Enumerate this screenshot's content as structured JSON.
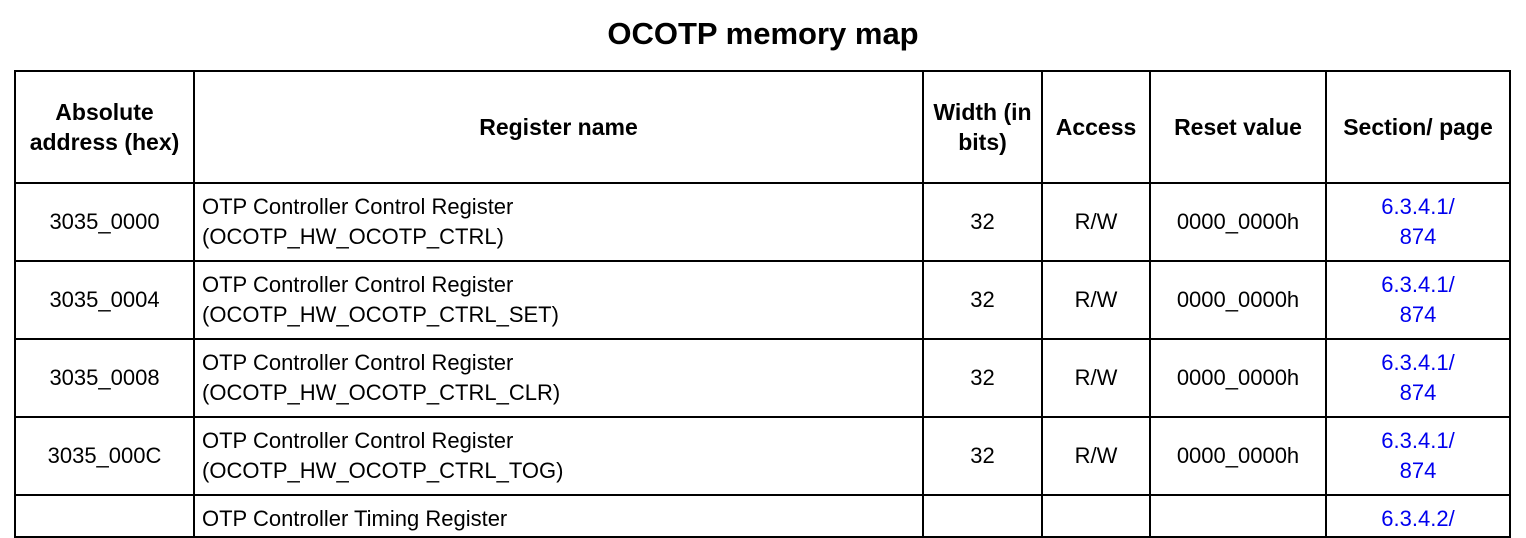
{
  "title": "OCOTP memory map",
  "headers": {
    "address": "Absolute address (hex)",
    "name": "Register name",
    "width": "Width (in bits)",
    "access": "Access",
    "reset": "Reset value",
    "section": "Section/ page"
  },
  "rows": [
    {
      "address": "3035_0000",
      "name_line1": "OTP Controller Control Register",
      "name_line2": "(OCOTP_HW_OCOTP_CTRL)",
      "width": "32",
      "access": "R/W",
      "reset": "0000_0000h",
      "section_line1": "6.3.4.1/",
      "section_line2": "874"
    },
    {
      "address": "3035_0004",
      "name_line1": "OTP Controller Control Register",
      "name_line2": "(OCOTP_HW_OCOTP_CTRL_SET)",
      "width": "32",
      "access": "R/W",
      "reset": "0000_0000h",
      "section_line1": "6.3.4.1/",
      "section_line2": "874"
    },
    {
      "address": "3035_0008",
      "name_line1": "OTP Controller Control Register",
      "name_line2": "(OCOTP_HW_OCOTP_CTRL_CLR)",
      "width": "32",
      "access": "R/W",
      "reset": "0000_0000h",
      "section_line1": "6.3.4.1/",
      "section_line2": "874"
    },
    {
      "address": "3035_000C",
      "name_line1": "OTP Controller Control Register",
      "name_line2": "(OCOTP_HW_OCOTP_CTRL_TOG)",
      "width": "32",
      "access": "R/W",
      "reset": "0000_0000h",
      "section_line1": "6.3.4.1/",
      "section_line2": "874"
    }
  ],
  "partial_row": {
    "name_line1": "OTP Controller Timing Register",
    "section_line1": "6.3.4.2/"
  }
}
